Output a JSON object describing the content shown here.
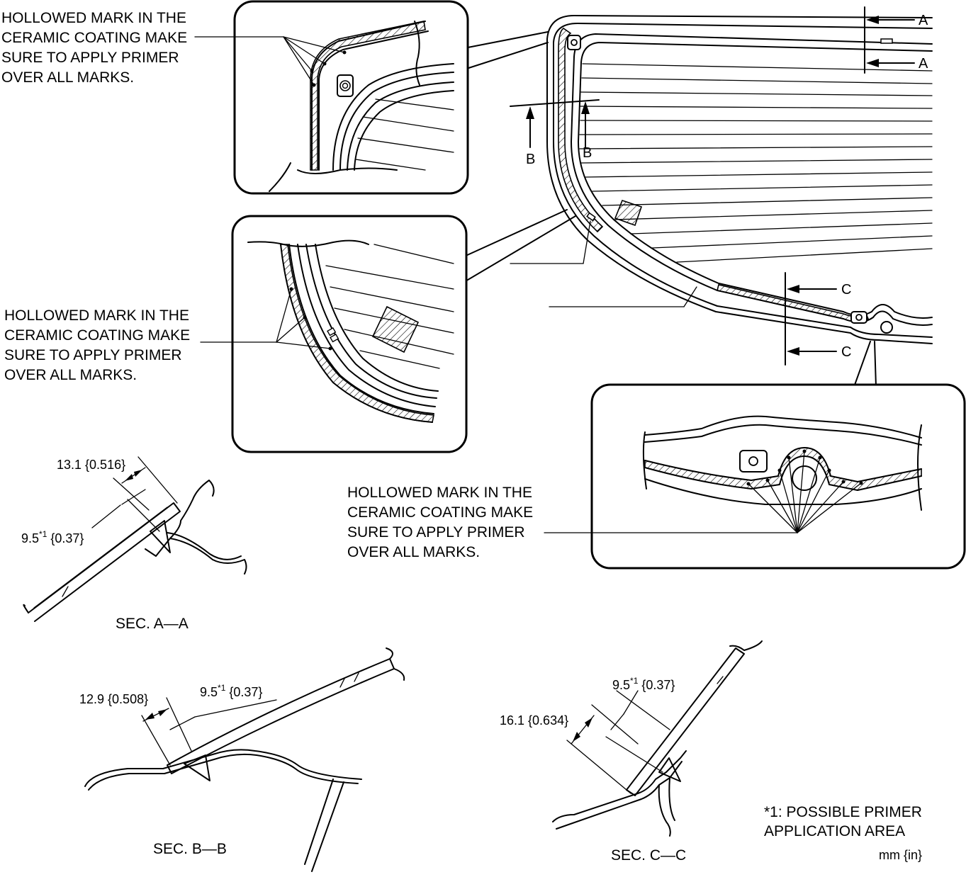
{
  "callouts": {
    "top_left": [
      "HOLLOWED MARK IN THE",
      "CERAMIC COATING MAKE",
      "SURE TO APPLY PRIMER",
      "OVER ALL MARKS."
    ],
    "mid_left": [
      "HOLLOWED MARK IN THE",
      "CERAMIC COATING MAKE",
      "SURE TO APPLY PRIMER",
      "OVER ALL MARKS."
    ],
    "bottom_center": [
      "HOLLOWED MARK IN THE",
      "CERAMIC COATING MAKE",
      "SURE TO APPLY PRIMER",
      "OVER ALL MARKS."
    ]
  },
  "section_markers": {
    "a_top": "A",
    "a_bottom": "A",
    "b_left": "B",
    "b_right": "B",
    "c_top": "C",
    "c_bottom": "C"
  },
  "sections": {
    "aa": {
      "title": "SEC. A—A",
      "dim_outer": "13.1 {0.516}",
      "dim_inner_value": "9.5",
      "dim_inner_note": "*1",
      "dim_inner_inch": " {0.37}"
    },
    "bb": {
      "title": "SEC. B—B",
      "dim_outer": "12.9 {0.508}",
      "dim_inner_value": "9.5",
      "dim_inner_note": "*1",
      "dim_inner_inch": " {0.37}"
    },
    "cc": {
      "title": "SEC. C—C",
      "dim_outer": "16.1 {0.634}",
      "dim_inner_value": "9.5",
      "dim_inner_note": "*1",
      "dim_inner_inch": " {0.37}"
    }
  },
  "footnote": [
    "*1: POSSIBLE PRIMER",
    "APPLICATION AREA"
  ],
  "units": "mm {in}"
}
